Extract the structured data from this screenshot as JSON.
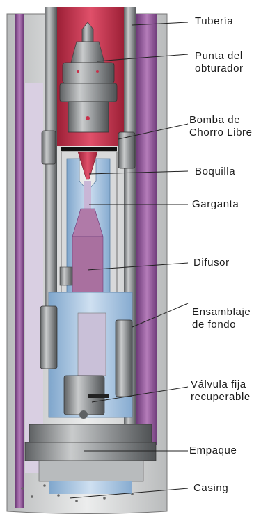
{
  "diagram": {
    "labels": [
      {
        "id": "tuberia",
        "lines": [
          "Tubería"
        ]
      },
      {
        "id": "punta",
        "lines": [
          "Punta del",
          "obturador"
        ]
      },
      {
        "id": "bomba",
        "lines": [
          "Bomba de",
          "Chorro Libre"
        ]
      },
      {
        "id": "boquilla",
        "lines": [
          "Boquilla"
        ]
      },
      {
        "id": "garganta",
        "lines": [
          "Garganta"
        ]
      },
      {
        "id": "difusor",
        "lines": [
          "Difusor"
        ]
      },
      {
        "id": "ensamblaje",
        "lines": [
          "Ensamblaje",
          "de fondo"
        ]
      },
      {
        "id": "valvula",
        "lines": [
          "Válvula fija",
          "recuperable"
        ]
      },
      {
        "id": "empaque",
        "lines": [
          "Empaque"
        ]
      },
      {
        "id": "casing",
        "lines": [
          "Casing"
        ]
      }
    ],
    "colors": {
      "casing_purple": "#9a5fa0",
      "tubing_red": "#c8304a",
      "fluid_blue": "#a9c8e6",
      "metal_gray": "#8a8d8f",
      "label_text": "#1a1a1a",
      "leader_line": "#222222"
    }
  }
}
